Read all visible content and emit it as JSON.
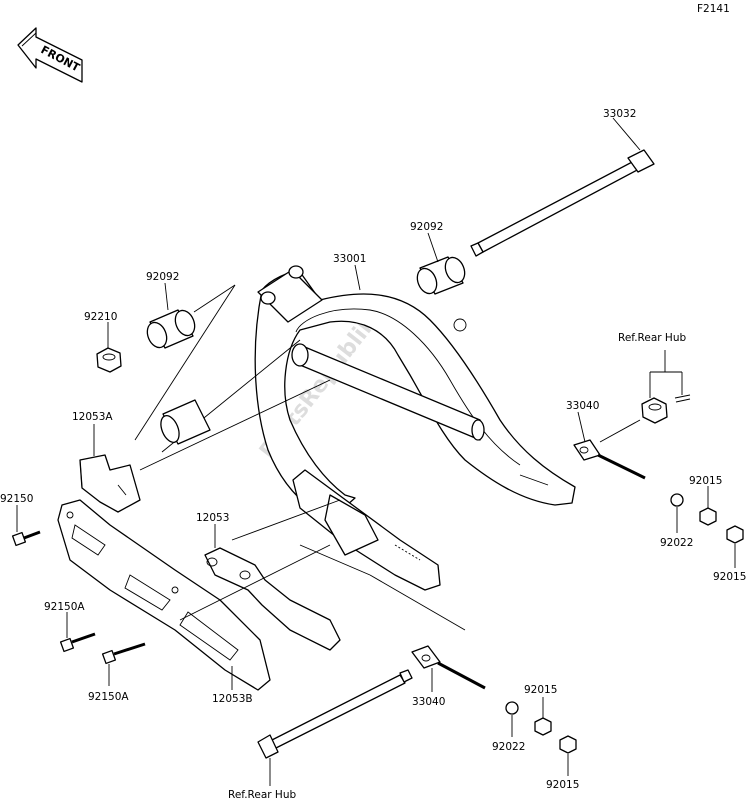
{
  "figure_code": "F2141",
  "front_label": "FRONT",
  "watermark": "PartsRepublik",
  "labels": {
    "p33032": "33032",
    "p92092_right": "92092",
    "p33001": "33001",
    "p92092_left": "92092",
    "p92210": "92210",
    "p12053A": "12053A",
    "p92150": "92150",
    "p12053": "12053",
    "p92150A_top": "92150A",
    "p92150A_bottom": "92150A",
    "p12053B": "12053B",
    "ref_rear_hub_top": "Ref.Rear Hub",
    "p33040_top": "33040",
    "p92015_a": "92015",
    "p92022_top": "92022",
    "p92015_b": "92015",
    "p33040_bottom": "33040",
    "p92015_c": "92015",
    "p92022_bottom": "92022",
    "p92015_d": "92015",
    "ref_rear_hub_bottom": "Ref.Rear Hub"
  }
}
